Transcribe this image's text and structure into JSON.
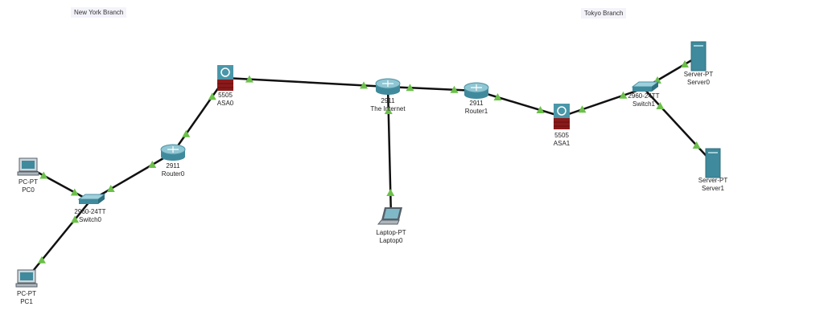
{
  "notes": [
    "New York Branch",
    "Tokyo Branch"
  ],
  "link_color": "#111111",
  "link_up_color": "#6cc04a",
  "nodes": [
    {
      "id": "asa0",
      "type": "firewall",
      "model": "5505",
      "name": "ASA0"
    },
    {
      "id": "internet",
      "type": "router",
      "model": "2911",
      "name": "The Internet"
    },
    {
      "id": "router1",
      "type": "router",
      "model": "2911",
      "name": "Router1"
    },
    {
      "id": "asa1",
      "type": "firewall",
      "model": "5505",
      "name": "ASA1"
    },
    {
      "id": "switch1",
      "type": "switch",
      "model": "2960-24TT",
      "name": "Switch1"
    },
    {
      "id": "server0",
      "type": "server",
      "model": "Server-PT",
      "name": "Server0"
    },
    {
      "id": "server1",
      "type": "server",
      "model": "Server-PT",
      "name": "Server1"
    },
    {
      "id": "router0",
      "type": "router",
      "model": "2911",
      "name": "Router0"
    },
    {
      "id": "switch0",
      "type": "switch",
      "model": "2960-24TT",
      "name": "Switch0"
    },
    {
      "id": "pc0",
      "type": "pc",
      "model": "PC-PT",
      "name": "PC0"
    },
    {
      "id": "pc1",
      "type": "pc",
      "model": "PC-PT",
      "name": "PC1"
    },
    {
      "id": "laptop0",
      "type": "laptop",
      "model": "Laptop-PT",
      "name": "Laptop0"
    }
  ],
  "links": [
    {
      "from": "asa0",
      "to": "internet",
      "status": "up"
    },
    {
      "from": "internet",
      "to": "router1",
      "status": "up"
    },
    {
      "from": "router1",
      "to": "asa1",
      "status": "up"
    },
    {
      "from": "asa1",
      "to": "switch1",
      "status": "up"
    },
    {
      "from": "switch1",
      "to": "server0",
      "status": "up"
    },
    {
      "from": "switch1",
      "to": "server1",
      "status": "up"
    },
    {
      "from": "internet",
      "to": "laptop0",
      "status": "up"
    },
    {
      "from": "asa0",
      "to": "router0",
      "status": "up"
    },
    {
      "from": "router0",
      "to": "switch0",
      "status": "up"
    },
    {
      "from": "switch0",
      "to": "pc0",
      "status": "up"
    },
    {
      "from": "switch0",
      "to": "pc1",
      "status": "up"
    }
  ]
}
